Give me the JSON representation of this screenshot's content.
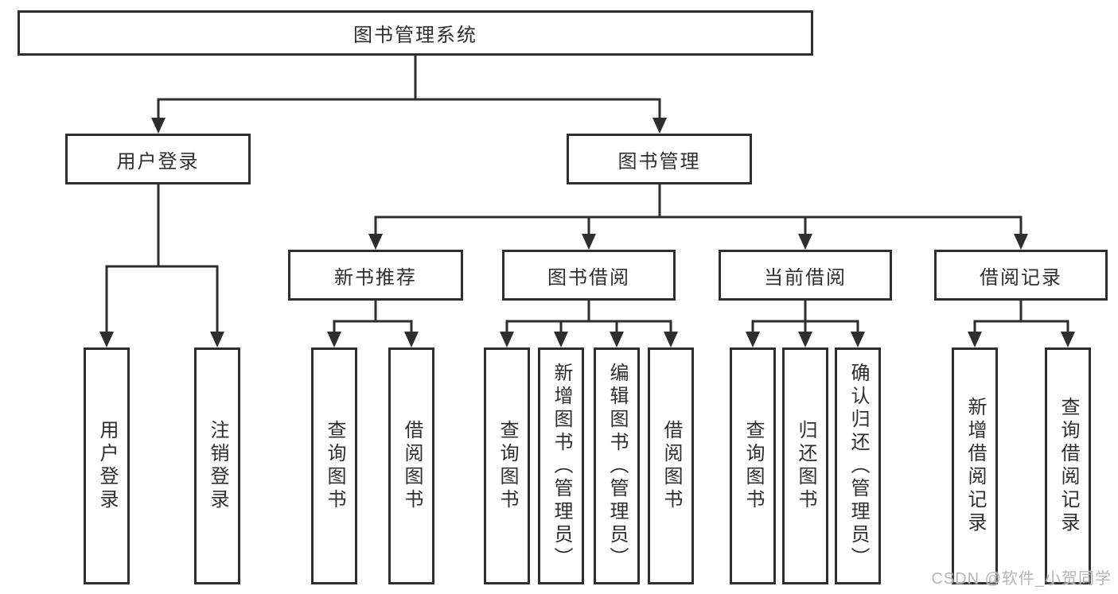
{
  "tree": {
    "root": "图书管理系统",
    "branches": [
      {
        "label": "用户登录",
        "children": [
          "用户登录",
          "注销登录"
        ]
      },
      {
        "label": "图书管理",
        "children": [
          {
            "label": "新书推荐",
            "children": [
              "查询图书",
              "借阅图书"
            ]
          },
          {
            "label": "图书借阅",
            "children": [
              "查询图书",
              "新增图书（管理员）",
              "编辑图书（管理员）",
              "借阅图书"
            ]
          },
          {
            "label": "当前借阅",
            "children": [
              "查询图书",
              "归还图书",
              "确认归还（管理员）"
            ]
          },
          {
            "label": "借阅记录",
            "children": [
              "新增借阅记录",
              "查询借阅记录"
            ]
          }
        ]
      }
    ]
  },
  "watermark": "CSDN @软件_小贺同学",
  "colors": {
    "line": "#2e2e2e",
    "text": "#2e2e2e",
    "background": "#ffffff",
    "watermark": "#b5b5b5"
  }
}
